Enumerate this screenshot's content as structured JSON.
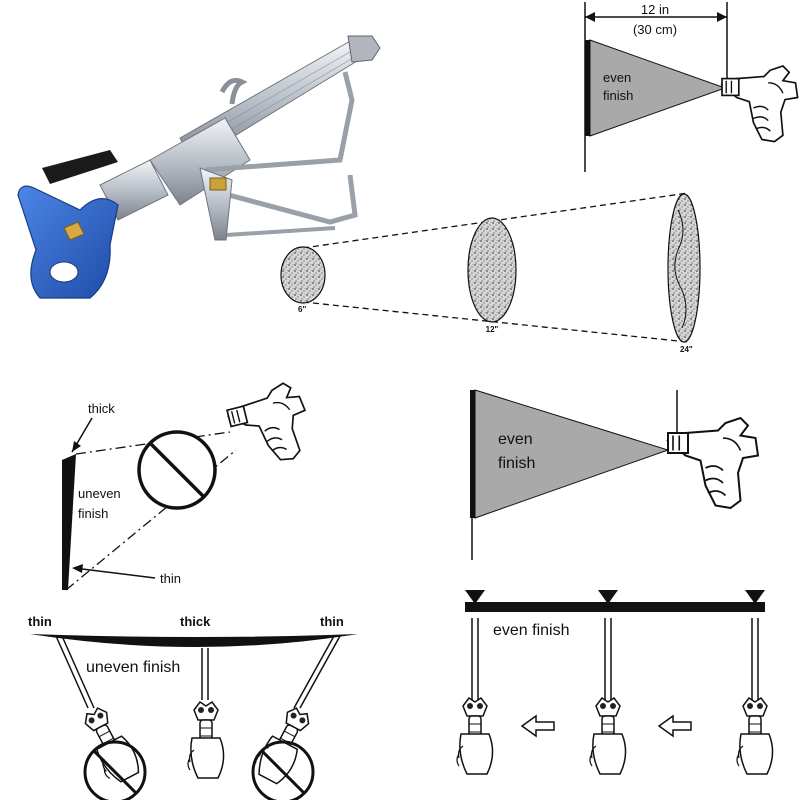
{
  "panel_top_right": {
    "distance_label": "12 in",
    "distance_sub": "(30 cm)",
    "fan_line1": "even",
    "fan_line2": "finish"
  },
  "panel_spread": {
    "sizes": [
      "6\"",
      "12\"",
      "24\""
    ]
  },
  "panel_bottom_left": {
    "thick": "thick",
    "uneven_line1": "uneven",
    "uneven_line2": "finish",
    "thin": "thin",
    "left_thin": "thin",
    "middle_thick": "thick",
    "right_thin": "thin",
    "bar_label": "uneven finish"
  },
  "panel_bottom_right": {
    "fan_line1": "even",
    "fan_line2": "finish",
    "bar_label": "even finish"
  },
  "colors": {
    "gun_blue": "#2f62c4",
    "gun_silver": "#c9ced6",
    "fan_gray": "#a9a9a9",
    "ink": "#111111"
  }
}
